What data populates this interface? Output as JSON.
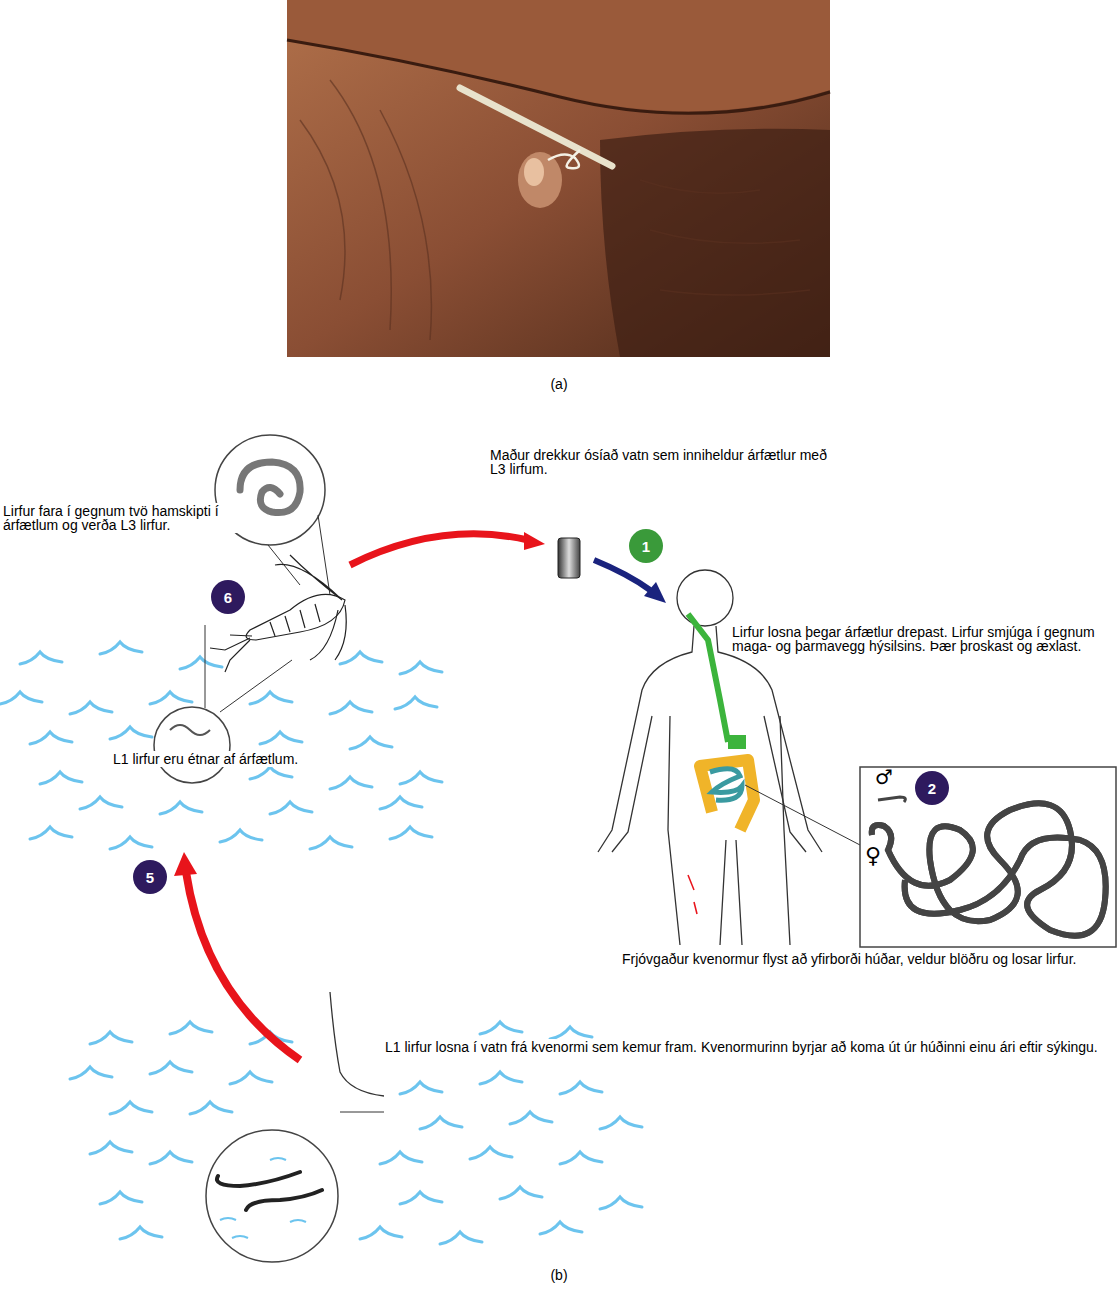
{
  "diagram": {
    "nodes": [
      {
        "text": [
          "1"
        ]
      },
      {
        "text": [
          "6"
        ]
      },
      {
        "text": [
          "2"
        ]
      },
      {
        "text": [
          "5"
        ]
      }
    ],
    "labels": [
      "(a)",
      "Maður drekkur ósíað vatn sem inniheldur árfætlur með L3 lirfum.",
      "Lirfur fara í gegnum tvö hamskipti í árfætlum og verða L3 lirfur.",
      "Lirfur losna þegar árfætlur drepast. Lirfur smjúga í gegnum maga- og þarmavegg hýsilsins. Þær þroskast og æxlast.",
      "L1 lirfur eru étnar af árfætlum.",
      "♂",
      "♀",
      "Frjóvgaður kvenormur flyst að yfirborði húðar, veldur blöðru og losar lirfur.",
      "L1 lirfur losna í vatn frá kvenormi sem kemur fram. Kvenormurinn byrjar að koma út úr húðinni einu ári eftir sýkingu.",
      "(b)"
    ]
  }
}
